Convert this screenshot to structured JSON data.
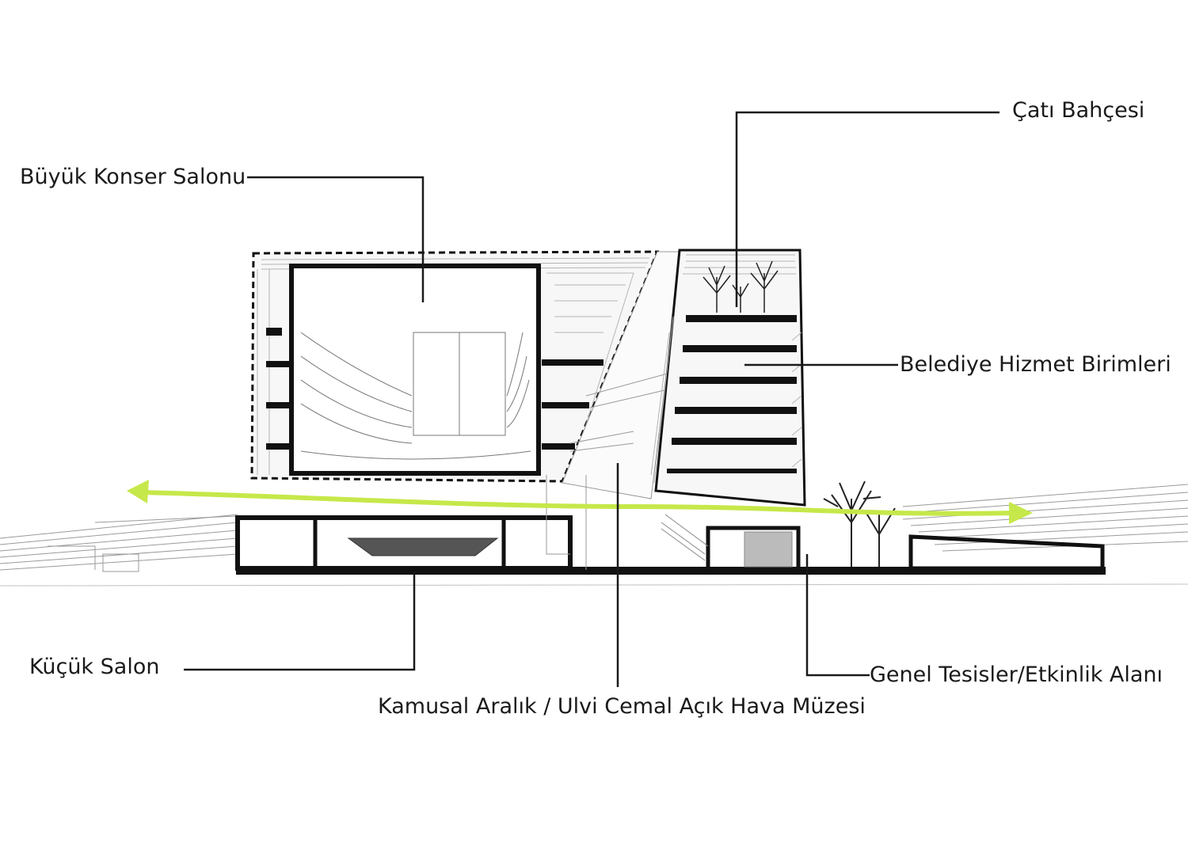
{
  "labels": {
    "cati_bahcesi": "Çatı Bahçesi",
    "buyuk_konser_salonu": "Büyük Konser Salonu",
    "belediye_hizmet_birimleri": "Belediye Hizmet Birimleri",
    "kucuk_salon": "Küçük Salon",
    "genel_tesisler": "Genel Tesisler/Etkinlik Alanı",
    "kamusal_aralik": "Kamusal Aralık / Ulvi Cemal Açık Hava Müzesi"
  },
  "colors": {
    "outline": "#111111",
    "fine_line": "#8a8a8a",
    "circulation_arrow": "#c6e84a",
    "leader_line": "#1a1a1a"
  }
}
